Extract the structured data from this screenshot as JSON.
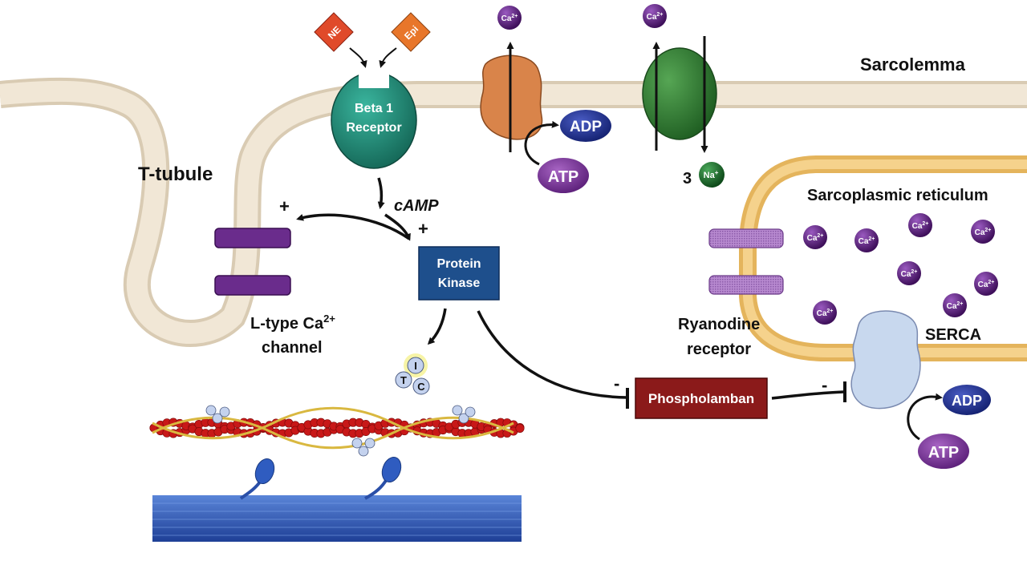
{
  "labels": {
    "sarcolemma": "Sarcolemma",
    "t_tubule": "T-tubule",
    "sarcoplasmic_reticulum": "Sarcoplasmic reticulum",
    "beta1_line1": "Beta 1",
    "beta1_line2": "Receptor",
    "camp": "cAMP",
    "protein_kinase_line1": "Protein",
    "protein_kinase_line2": "Kinase",
    "ltype_line1": "L-type Ca",
    "ltype_sup": "2+",
    "ltype_line2": "channel",
    "ryanodine_line1": "Ryanodine",
    "ryanodine_line2": "receptor",
    "serca": "SERCA",
    "phospholamban": "Phospholamban",
    "plus": "+",
    "minus": "-"
  },
  "molecules": {
    "ne": "NE",
    "epi": "Epi",
    "ca": "Ca",
    "ca_charge": "2+",
    "na": "Na",
    "na_charge": "+",
    "na_count": "3",
    "adp": "ADP",
    "atp": "ATP",
    "troponin_i": "I",
    "troponin_t": "T",
    "troponin_c": "C"
  },
  "colors": {
    "membrane": "#efe3cf",
    "sr_membrane": "#f0c878",
    "beta_receptor": "#2a8a78",
    "protein_kinase": "#1e4f8c",
    "phospholamban": "#8b1a1a",
    "ca_ion": "#5a1a7a",
    "na_ion": "#1f6b2a",
    "atp": "#7a2e96",
    "adp": "#1d2e8a",
    "ltype_channel": "#6a2c8c",
    "pump_orange": "#d9844a",
    "exchanger_green": "#3f8a40",
    "serca": "#c8d8ee"
  }
}
